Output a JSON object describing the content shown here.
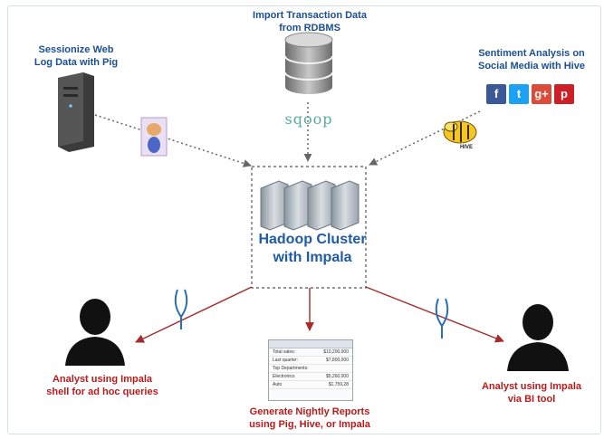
{
  "labels": {
    "pig_source": "Sessionize Web\nLog Data with Pig",
    "rdbms_source": "Import Transaction Data\nfrom RDBMS",
    "hive_source": "Sentiment Analysis on\nSocial Media with Hive",
    "cluster": "Hadoop Cluster\nwith Impala",
    "analyst_left": "Analyst using Impala\nshell for ad hoc queries",
    "reports": "Generate Nightly Reports\nusing Pig, Hive, or Impala",
    "analyst_right": "Analyst using Impala\nvia BI tool"
  },
  "logos": {
    "sqoop": "sqoop",
    "hive": "HIVE"
  },
  "social": [
    {
      "name": "facebook",
      "glyph": "f",
      "color": "#3b5998"
    },
    {
      "name": "twitter",
      "glyph": "t",
      "color": "#1da1f2"
    },
    {
      "name": "google-plus",
      "glyph": "g+",
      "color": "#dd4b39"
    },
    {
      "name": "pinterest",
      "glyph": "p",
      "color": "#cb2027"
    }
  ],
  "report": {
    "rows": [
      {
        "label": "Total sales:",
        "value": "$10,200,000"
      },
      {
        "label": "Last quarter:",
        "value": "$7,800,000"
      },
      {
        "label": "Top Departments:",
        "value": ""
      },
      {
        "label": "Electronics",
        "value": "$5,260,000"
      },
      {
        "label": "Auto",
        "value": "$1,759,28"
      }
    ]
  },
  "colors": {
    "label_blue": "#1b4f8f",
    "label_red": "#b71c1c",
    "cluster_title": "#1f5aa6",
    "arrow_in": "#666666",
    "arrow_out": "#a52a2a"
  }
}
